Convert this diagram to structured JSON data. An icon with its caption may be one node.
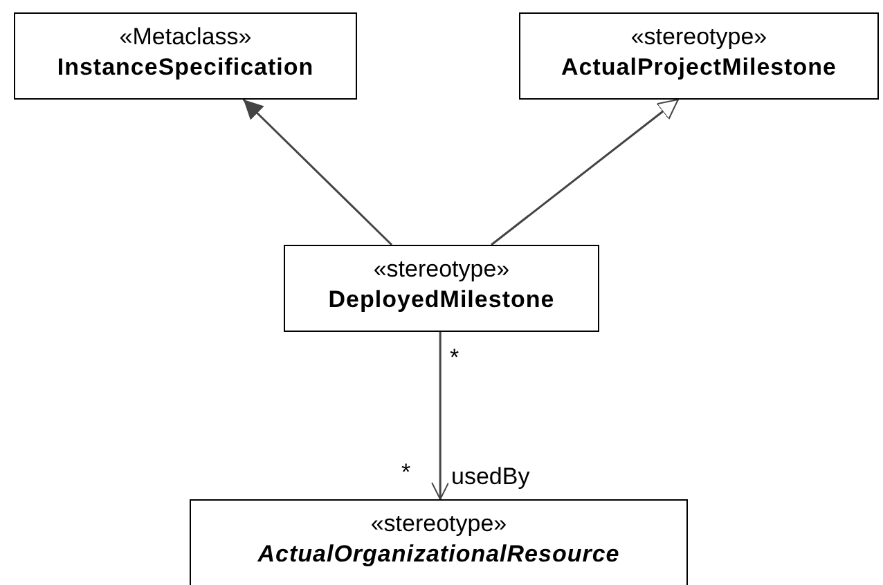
{
  "diagram": {
    "nodes": [
      {
        "text": [
          "«Metaclass»",
          "InstanceSpecification"
        ]
      },
      {
        "text": [
          "«stereotype»",
          "ActualProjectMilestone"
        ]
      },
      {
        "text": [
          "«stereotype»",
          "DeployedMilestone"
        ]
      },
      {
        "text": [
          "«stereotype»",
          "ActualOrganizationalResource"
        ]
      }
    ],
    "edges": [
      {
        "from": 2,
        "to": 0,
        "arrow": "to"
      },
      {
        "from": 2,
        "to": 1,
        "arrow": "to"
      },
      {
        "from": 2,
        "to": 3,
        "arrow": "to",
        "label": "usedBy"
      }
    ],
    "labels": [
      "*",
      "*"
    ]
  }
}
